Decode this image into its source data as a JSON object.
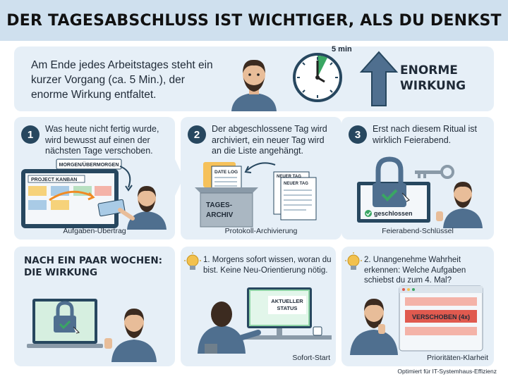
{
  "header": {
    "title": "DER TAGESABSCHLUSS IST WICHTIGER, ALS DU DENKST"
  },
  "intro": {
    "text": "Am Ende jedes Arbeitstages steht ein kurzer Vorgang (ca. 5 Min.), der enorme Wirkung entfaltet.",
    "clock_label": "5 min",
    "impact_label": "ENORME WIRKUNG"
  },
  "steps": [
    {
      "number": "1",
      "text": "Was heute nicht fertig wurde, wird bewusst auf einen der nächsten Tage verschoben.",
      "tag_label": "MORGEN/ÜBERMORGEN",
      "board_label": "PROJECT KANBAN",
      "caption": "Aufgaben-Übertrag"
    },
    {
      "number": "2",
      "text": "Der abgeschlossene Tag wird archiviert, ein neuer Tag wird an die Liste angehängt.",
      "log_label": "DATE LOG",
      "archive_label": "TAGES-\nARCHIV",
      "new_day_label": "NEUER TAG",
      "caption": "Protokoll-Archivierung"
    },
    {
      "number": "3",
      "text": "Erst nach diesem Ritual ist wirklich Feierabend.",
      "status_label": "geschlossen",
      "caption": "Feierabend-Schlüssel"
    }
  ],
  "effects": {
    "title": "NACH EIN PAAR WOCHEN: DIE WIRKUNG",
    "items": [
      {
        "text": "1. Morgens sofort wissen, woran du bist. Keine Neu-Orientierung nötig.",
        "screen_label": "AKTUELLER STATUS",
        "caption": "Sofort-Start"
      },
      {
        "text": "2. Unangenehme Wahrheit erkennen: Welche Aufgaben schiebst du zum 4. Mal?",
        "badge_label": "VERSCHOBEN (4x)",
        "caption": "Prioritäten-Klarheit"
      }
    ]
  },
  "footer": {
    "text": "Optimiert für IT-Systemhaus-Effizienz"
  },
  "colors": {
    "header_bg": "#cfe0ee",
    "panel_bg": "#e6eff7",
    "accent_dark": "#27475f",
    "accent_green": "#3aa663",
    "accent_red": "#e05a4f",
    "accent_yellow": "#f2c14e"
  }
}
